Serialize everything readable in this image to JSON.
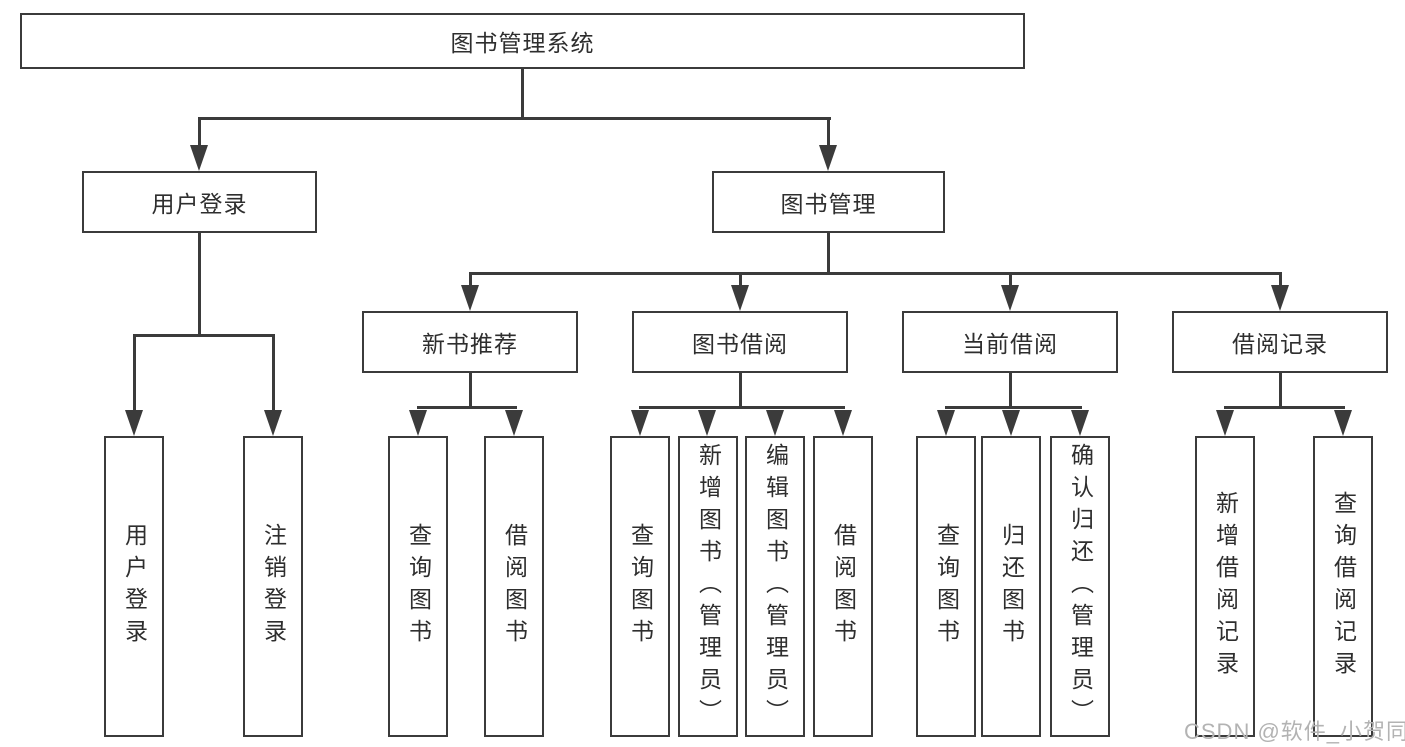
{
  "watermark": "CSDN @软件_小贺同学",
  "colors": {
    "line": "#3b3b3b",
    "text": "#2e2e2e",
    "background": "#ffffff",
    "watermark": "#b3b3b3"
  },
  "tree": {
    "root": "图书管理系统",
    "branches": [
      {
        "label": "用户登录",
        "children": [
          "用户登录",
          "注销登录"
        ]
      },
      {
        "label": "图书管理",
        "groups": [
          {
            "label": "新书推荐",
            "children": [
              "查询图书",
              "借阅图书"
            ]
          },
          {
            "label": "图书借阅",
            "children": [
              "查询图书",
              "新增图书（管理员）",
              "编辑图书（管理员）",
              "借阅图书"
            ]
          },
          {
            "label": "当前借阅",
            "children": [
              "查询图书",
              "归还图书",
              "确认归还（管理员）"
            ]
          },
          {
            "label": "借阅记录",
            "children": [
              "新增借阅记录",
              "查询借阅记录"
            ]
          }
        ]
      }
    ]
  }
}
